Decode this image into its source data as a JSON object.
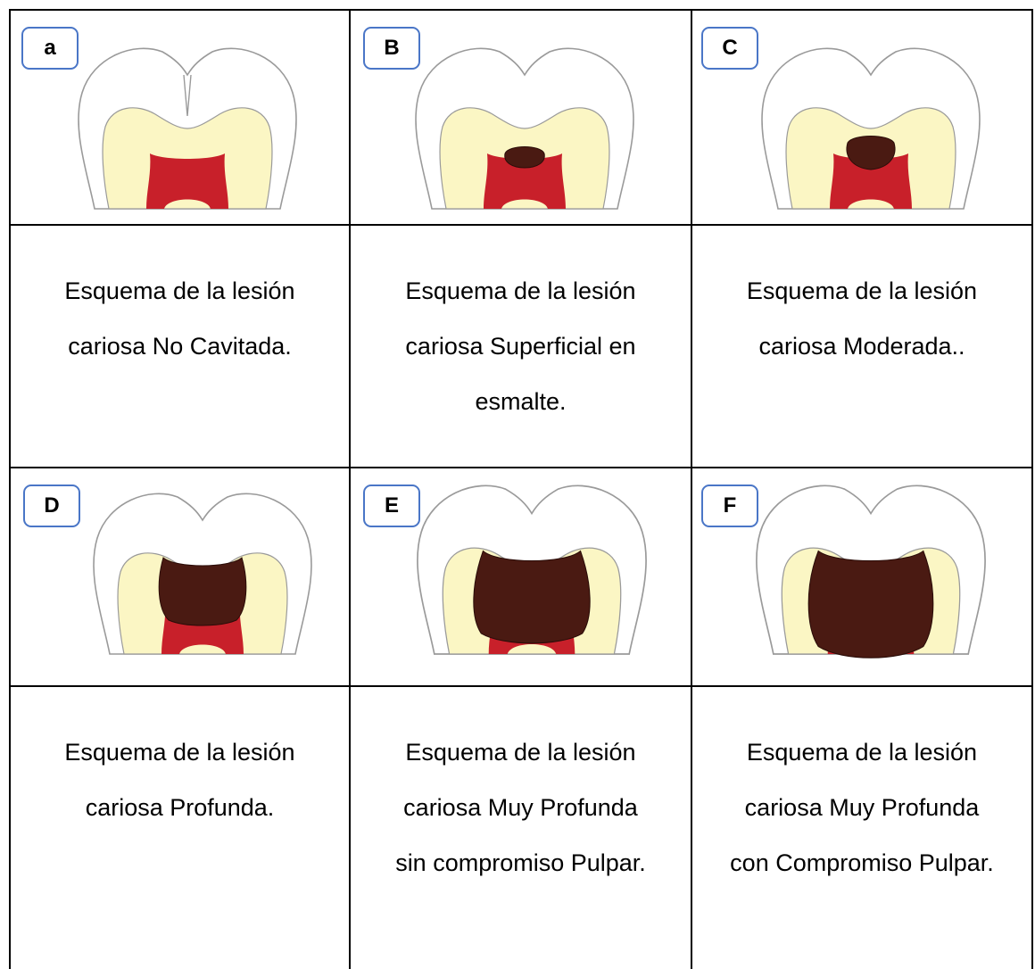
{
  "colors": {
    "dentin": "#fbf6c4",
    "pulp": "#c8202a",
    "caries": "#4a1a12",
    "outline": "#9a9a9a",
    "badge_border": "#4a76c7"
  },
  "cells": [
    {
      "badge": "a",
      "stage": "no-cavitada",
      "caption": [
        "Esquema de la lesión",
        "cariosa No Cavitada."
      ]
    },
    {
      "badge": "B",
      "stage": "superficial",
      "caption": [
        "Esquema de la lesión",
        "cariosa Superficial en",
        "esmalte."
      ]
    },
    {
      "badge": "C",
      "stage": "moderada",
      "caption": [
        "Esquema de la lesión",
        "cariosa Moderada.."
      ]
    },
    {
      "badge": "D",
      "stage": "profunda",
      "caption": [
        "Esquema de la lesión",
        "cariosa Profunda."
      ]
    },
    {
      "badge": "E",
      "stage": "muy-profunda",
      "caption": [
        "Esquema de la lesión",
        "cariosa Muy Profunda",
        "sin compromiso Pulpar."
      ]
    },
    {
      "badge": "F",
      "stage": "compromiso-pulpar",
      "caption": [
        "Esquema de la lesión",
        "cariosa Muy Profunda",
        "con Compromiso Pulpar."
      ]
    }
  ]
}
